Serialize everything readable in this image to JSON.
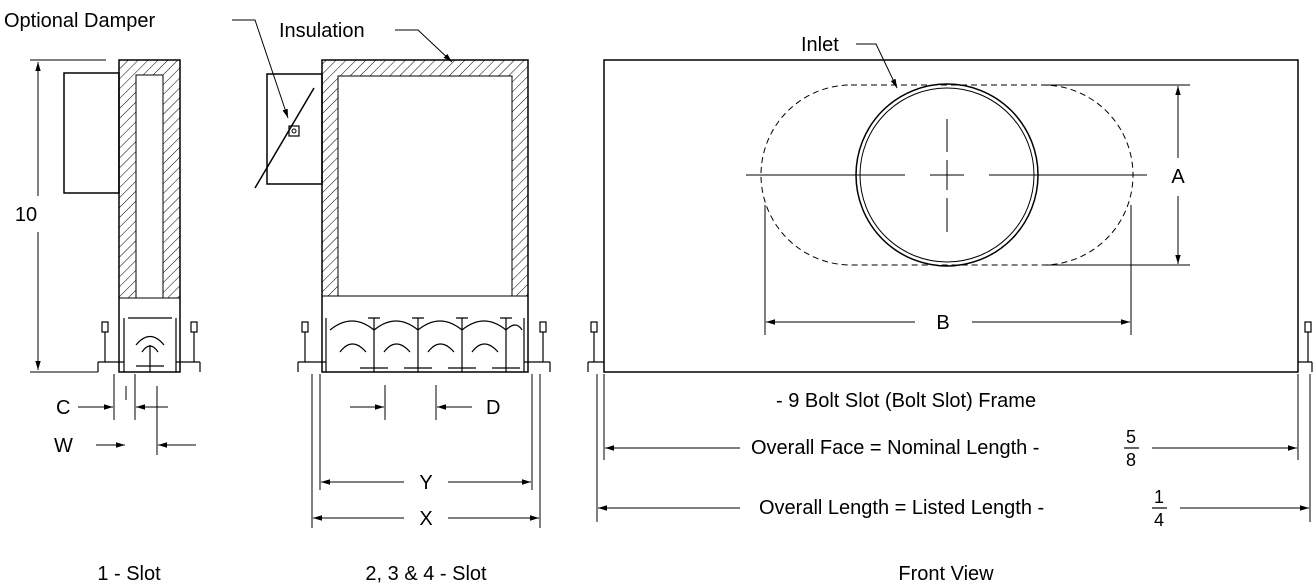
{
  "labels": {
    "optional_damper": "Optional Damper",
    "insulation": "Insulation",
    "inlet": "Inlet",
    "height_value": "10",
    "dim_a": "A",
    "dim_b": "B",
    "dim_c": "C",
    "dim_d": "D",
    "dim_w": "W",
    "dim_x": "X",
    "dim_y": "Y",
    "bolt_slot_frame": "- 9 Bolt Slot (Bolt Slot) Frame",
    "overall_face": "Overall Face = Nominal Length -",
    "overall_face_frac_num": "5",
    "overall_face_frac_den": "8",
    "overall_length": "Overall Length = Listed Length -",
    "overall_length_frac_num": "1",
    "overall_length_frac_den": "4"
  },
  "captions": {
    "one_slot": "1 - Slot",
    "multi_slot": "2, 3 & 4 - Slot",
    "front_view": "Front View"
  }
}
